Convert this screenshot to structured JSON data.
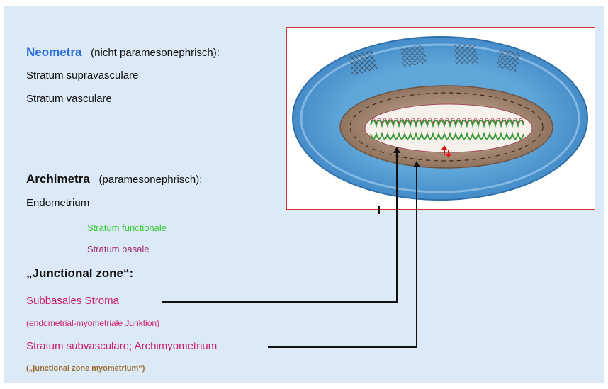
{
  "colors": {
    "background": "#dce9f6",
    "neometra_title": "#2b6fe0",
    "stratum_functionale": "#33cc33",
    "stratum_basale": "#9b2d6f",
    "magenta_text": "#cc1f6a",
    "brown_text": "#9b6b2e",
    "frame_border": "#e0302e",
    "connector_line": "#111111"
  },
  "neometra": {
    "title": "Neometra",
    "qualifier": "(nicht paramesonephrisch):",
    "layers": [
      "Stratum supravasculare",
      "Stratum vasculare"
    ]
  },
  "archimetra": {
    "title": "Archimetra",
    "qualifier": "(paramesonephrisch):",
    "endometrium": "Endometrium",
    "sublayers": [
      "Stratum functionale",
      "Stratum basale"
    ]
  },
  "junctional_zone": {
    "title": "„Junctional zone“:",
    "subbasal": "Subbasales Stroma",
    "subbasal_note": "(endometrial-myometriale Junktion)",
    "subvascular": "Stratum subvasculare; Archimyometrium",
    "subvascular_note": "(„junctional zone myometrium“)"
  },
  "illustration": {
    "icon": "uterus-cross-section-drawing"
  }
}
